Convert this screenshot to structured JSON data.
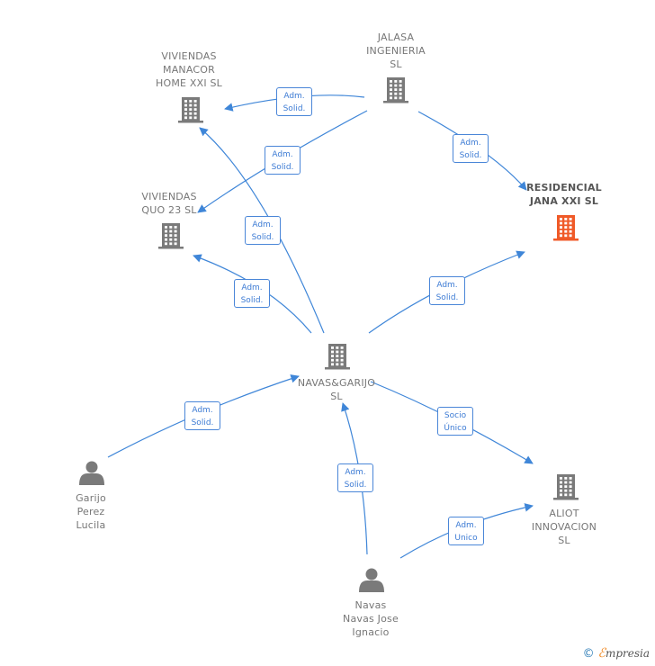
{
  "colors": {
    "edge": "#3f86d8",
    "company": "#7a7a7a",
    "highlight": "#f05a28",
    "person": "#7a7a7a"
  },
  "nodes": [
    {
      "id": "jalasa",
      "type": "company-icon",
      "lines": [
        "JALASA",
        "INGENIERIA",
        "SL"
      ]
    },
    {
      "id": "manacor",
      "type": "company-icon",
      "lines": [
        "VIVIENDAS",
        "MANACOR",
        "HOME XXI  SL"
      ]
    },
    {
      "id": "quo",
      "type": "company-icon",
      "lines": [
        "VIVIENDAS",
        "QUO 23  SL"
      ]
    },
    {
      "id": "residencial",
      "type": "company-icon",
      "highlight": true,
      "lines": [
        "RESIDENCIAL",
        "JANA XXI  SL"
      ]
    },
    {
      "id": "navas_garijo",
      "type": "company-icon",
      "lines": [
        "NAVAS&GARIJO",
        "SL"
      ]
    },
    {
      "id": "aliot",
      "type": "company-icon",
      "lines": [
        "ALIOT",
        "INNOVACION",
        "SL"
      ]
    },
    {
      "id": "garijo",
      "type": "person-icon",
      "lines": [
        "Garijo",
        "Perez",
        "Lucila"
      ]
    },
    {
      "id": "navas",
      "type": "person-icon",
      "lines": [
        "Navas",
        "Navas Jose",
        "Ignacio"
      ]
    }
  ],
  "edges": [
    {
      "id": "e1",
      "lines": [
        "Adm.",
        "Solid."
      ]
    },
    {
      "id": "e2",
      "lines": [
        "Adm.",
        "Solid."
      ]
    },
    {
      "id": "e3",
      "lines": [
        "Adm.",
        "Solid."
      ]
    },
    {
      "id": "e4",
      "lines": [
        "Adm.",
        "Solid."
      ]
    },
    {
      "id": "e5",
      "lines": [
        "Adm.",
        "Solid."
      ]
    },
    {
      "id": "e6",
      "lines": [
        "Adm.",
        "Solid."
      ]
    },
    {
      "id": "e7",
      "lines": [
        "Adm.",
        "Solid."
      ]
    },
    {
      "id": "e8",
      "lines": [
        "Socio",
        "Único"
      ]
    },
    {
      "id": "e9",
      "lines": [
        "Adm.",
        "Solid."
      ]
    },
    {
      "id": "e10",
      "lines": [
        "Adm.",
        "Unico"
      ]
    }
  ],
  "footer": {
    "copyright": "©",
    "brand_e": "ℰ",
    "brand_rest": "mpresia"
  }
}
